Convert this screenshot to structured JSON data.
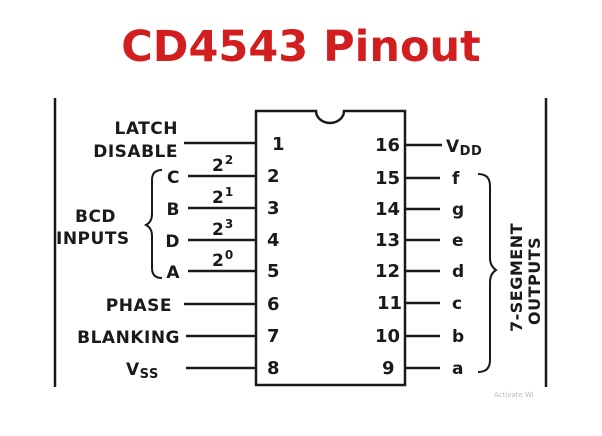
{
  "title": "CD4543 Pinout",
  "colors": {
    "title": "#d21e1e",
    "ink": "#1a1a1a",
    "background": "#ffffff"
  },
  "left_pins": [
    {
      "number": "1",
      "label": "LATCH\nDISABLE",
      "power": ""
    },
    {
      "number": "2",
      "label": "C",
      "power": "2|2"
    },
    {
      "number": "3",
      "label": "B",
      "power": "2|1"
    },
    {
      "number": "4",
      "label": "D",
      "power": "2|3"
    },
    {
      "number": "5",
      "label": "A",
      "power": "2|0"
    },
    {
      "number": "6",
      "label": "PHASE",
      "power": ""
    },
    {
      "number": "7",
      "label": "BLANKING",
      "power": ""
    },
    {
      "number": "8",
      "label": "VSS",
      "power": ""
    }
  ],
  "right_pins": [
    {
      "number": "16",
      "label": "VDD"
    },
    {
      "number": "15",
      "label": "f"
    },
    {
      "number": "14",
      "label": "g"
    },
    {
      "number": "13",
      "label": "e"
    },
    {
      "number": "12",
      "label": "d"
    },
    {
      "number": "11",
      "label": "c"
    },
    {
      "number": "10",
      "label": "b"
    },
    {
      "number": "9",
      "label": "a"
    }
  ],
  "group_labels": {
    "bcd_line1": "BCD",
    "bcd_line2": "INPUTS",
    "seg_line1": "7-SEGMENT",
    "seg_line2": "OUTPUTS"
  },
  "watermark": "Activate Wi"
}
